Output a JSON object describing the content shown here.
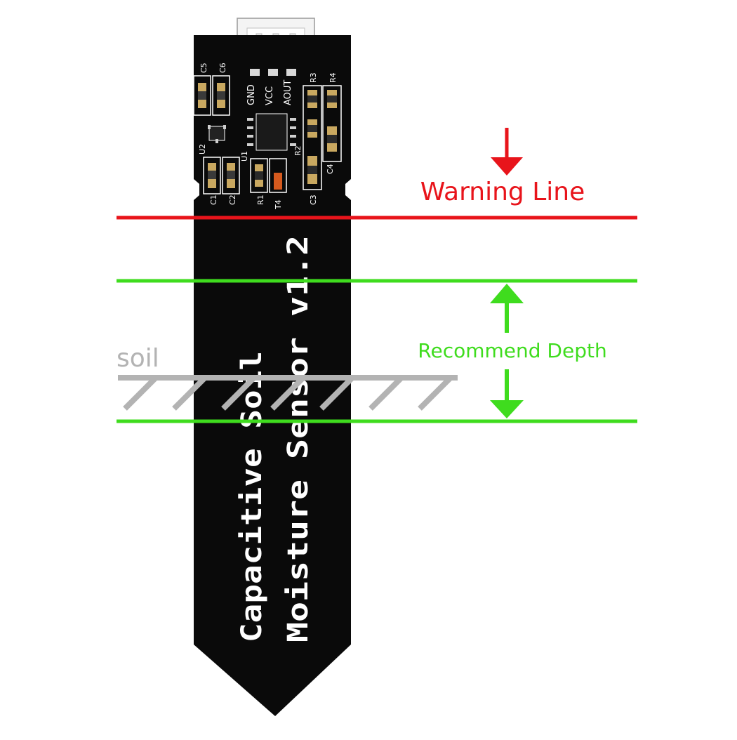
{
  "annotations": {
    "warning_line": "Warning Line",
    "recommend_depth": "Recommend Depth",
    "soil": "soil"
  },
  "board": {
    "text_line_1": "Capacitive Soil",
    "text_line_2": "Moisture Sensor v1.2",
    "pins": {
      "gnd": "GND",
      "vcc": "VCC",
      "aout": "AOUT"
    },
    "components": {
      "c1": "C1",
      "c2": "C2",
      "c3": "C3",
      "c4": "C4",
      "c5": "C5",
      "c6": "C6",
      "r1": "R1",
      "r2": "R2",
      "r3": "R3",
      "r4": "R4",
      "u1": "U1",
      "u2": "U2",
      "t4": "T4"
    }
  },
  "colors": {
    "warning": "#e8141b",
    "depth": "#3fdc1e",
    "soil": "#b3b3b3",
    "pcb": "#0a0a0a",
    "silk": "#ffffff"
  }
}
